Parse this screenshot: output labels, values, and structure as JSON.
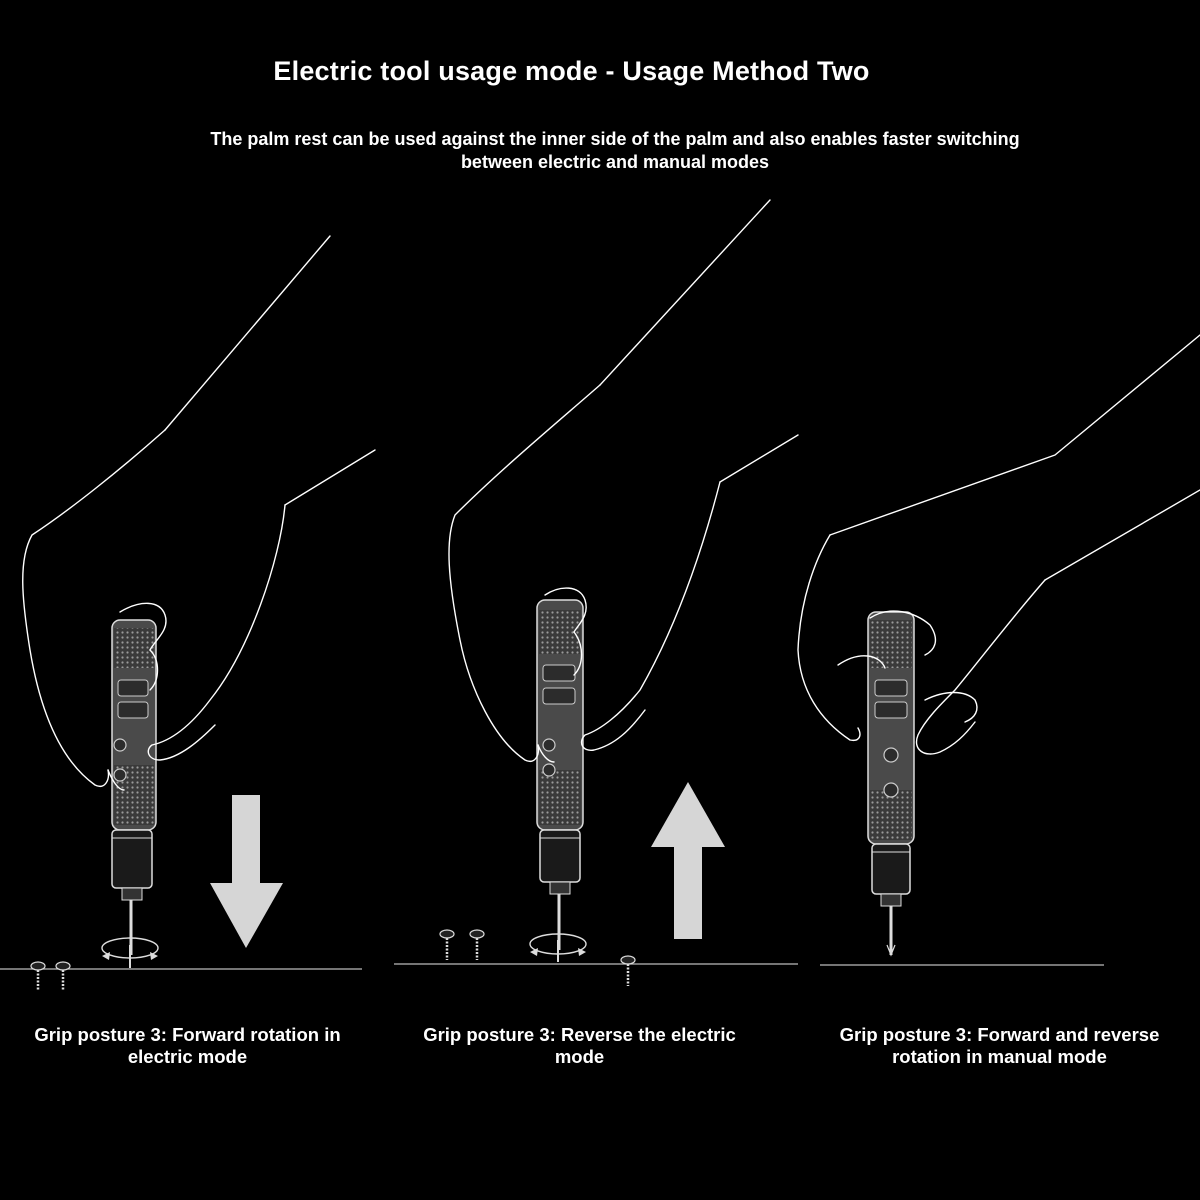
{
  "header": {
    "title": "Electric tool usage mode - Usage Method Two",
    "subtitle": "The palm rest can be used against the inner side of the palm and also enables faster switching between electric and manual modes"
  },
  "panels": [
    {
      "caption": "Grip posture 3: Forward rotation in electric mode",
      "arrow": "down-arrow"
    },
    {
      "caption": "Grip posture 3: Reverse the electric mode",
      "arrow": "up-arrow"
    },
    {
      "caption": "Grip posture 3: Forward and reverse rotation in manual mode"
    }
  ],
  "colors": {
    "background": "#000000",
    "line": "#ffffff",
    "arrow": "#d6d6d6",
    "tool_body": "#4a4a4a"
  }
}
